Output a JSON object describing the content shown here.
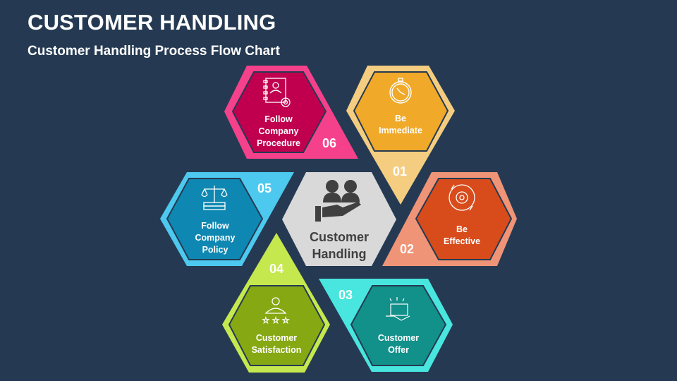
{
  "header": {
    "title": "CUSTOMER HANDLING",
    "subtitle": "Customer Handling Process Flow Chart"
  },
  "center": {
    "label_line1": "Customer",
    "label_line2": "Handling",
    "icon": "hand-holding-people-icon",
    "color": "#D9D9D9"
  },
  "steps": [
    {
      "number": "01",
      "line1": "Be",
      "line2": "Immediate",
      "icon": "stopwatch-icon",
      "outer": "#F4CD80",
      "inner": "#F0A929"
    },
    {
      "number": "02",
      "line1": "Be",
      "line2": "Effective",
      "icon": "gear-cycle-icon",
      "outer": "#EF9477",
      "inner": "#D84C1C"
    },
    {
      "number": "03",
      "line1": "Customer",
      "line2": "Offer",
      "icon": "folder-in-hand-icon",
      "outer": "#48E6DE",
      "inner": "#12908A"
    },
    {
      "number": "04",
      "line1": "Customer",
      "line2": "Satisfaction",
      "icon": "person-stars-icon",
      "outer": "#C5E84F",
      "inner": "#86A813"
    },
    {
      "number": "05",
      "line1": "Follow",
      "line2": "Company",
      "line3": "Policy",
      "icon": "scales-books-icon",
      "outer": "#4DC9F0",
      "inner": "#0E88B2"
    },
    {
      "number": "06",
      "line1": "Follow",
      "line2": "Company",
      "line3": "Procedure",
      "icon": "contact-book-gear-icon",
      "outer": "#F5418B",
      "inner": "#C0004F"
    }
  ]
}
